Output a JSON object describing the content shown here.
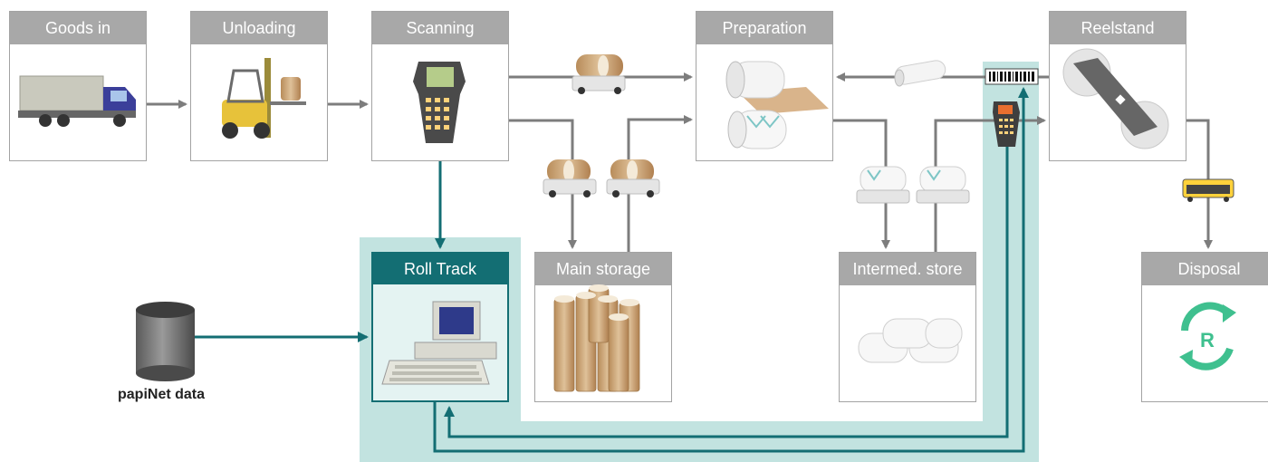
{
  "stages": {
    "goods_in": "Goods in",
    "unloading": "Unloading",
    "scanning": "Scanning",
    "preparation": "Preparation",
    "reelstand": "Reelstand",
    "roll_track": "Roll Track",
    "main_storage": "Main storage",
    "intermed_store": "Intermed. store",
    "disposal": "Disposal"
  },
  "data_source": {
    "label": "papiNet data"
  },
  "recycle_symbol": "R",
  "colors": {
    "flow": "#7d7d7d",
    "data_flow": "#136e73",
    "band": "#c2e3e0",
    "header": "#a8a8a8"
  }
}
